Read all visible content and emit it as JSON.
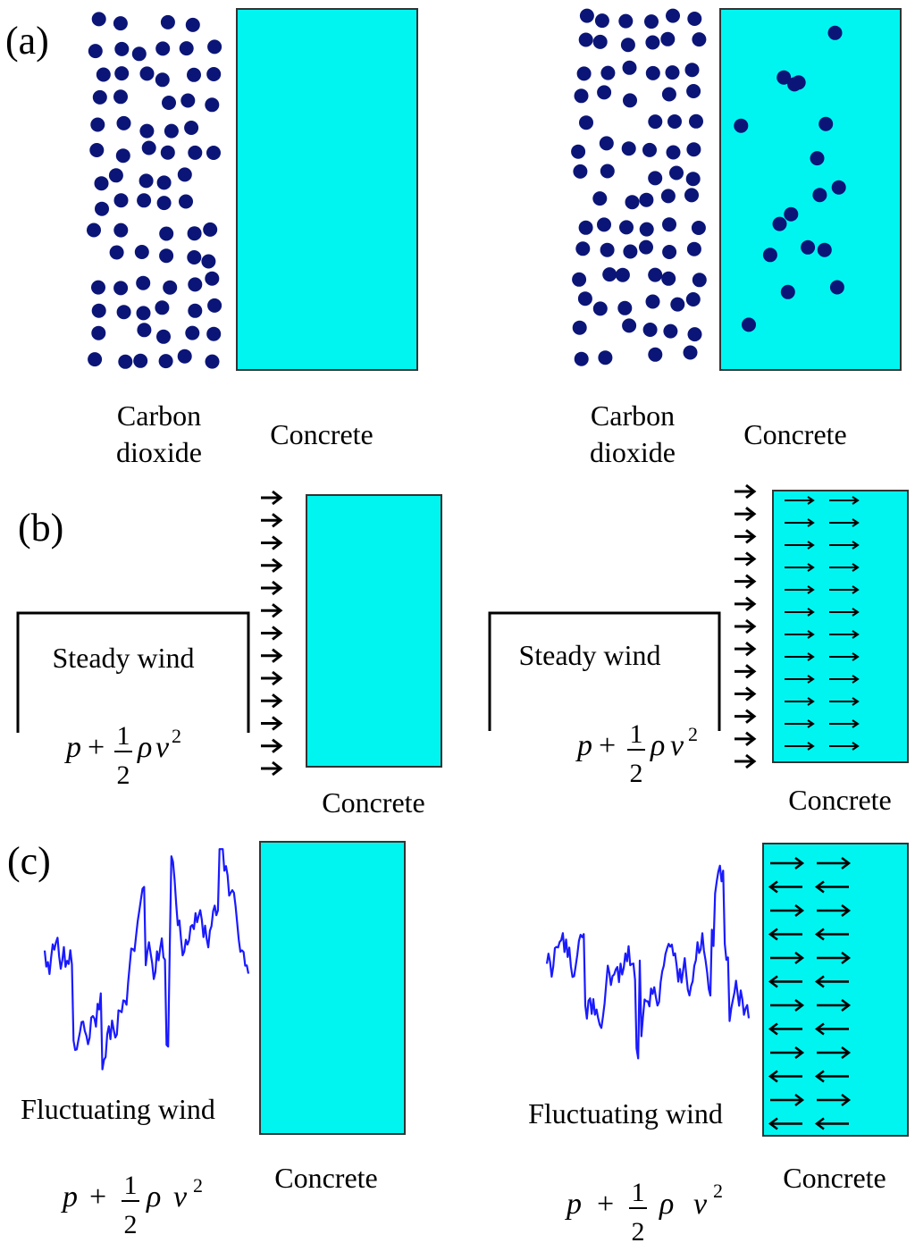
{
  "panels": {
    "a": {
      "label": "(a)",
      "left": {
        "gas_label_line1": "Carbon",
        "gas_label_line2": "dioxide",
        "concrete_label": "Concrete"
      },
      "right": {
        "gas_label_line1": "Carbon",
        "gas_label_line2": "dioxide",
        "concrete_label": "Concrete"
      }
    },
    "b": {
      "label": "(b)",
      "left": {
        "wind_label": "Steady wind",
        "concrete_label": "Concrete"
      },
      "right": {
        "wind_label": "Steady wind",
        "concrete_label": "Concrete"
      }
    },
    "c": {
      "label": "(c)",
      "left": {
        "wind_label": "Fluctuating wind",
        "concrete_label": "Concrete"
      },
      "right": {
        "wind_label": "Fluctuating wind",
        "concrete_label": "Concrete"
      }
    }
  },
  "formula": {
    "p": "p",
    "plus": "+",
    "num": "1",
    "den": "2",
    "rho": "ρ",
    "v": "v",
    "exp": "2"
  },
  "colors": {
    "concrete_fill": "#00f5f0",
    "co2_dot": "#0b1577",
    "wind_signal": "#1a1aff",
    "arrow": "#000000"
  },
  "icons": {
    "wind_arrow": "right-arrow-icon",
    "flow_arrow": "right-arrow-icon",
    "reverse_arrow": "left-arrow-icon"
  }
}
